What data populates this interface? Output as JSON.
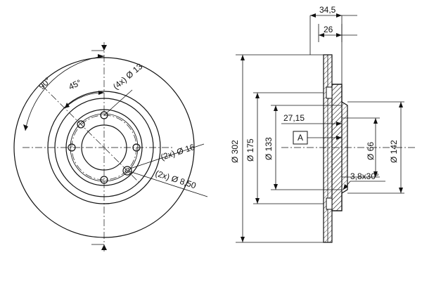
{
  "front_view": {
    "angle_90": "90°",
    "angle_45": "45°",
    "holes_4": "(4x) Ø 13",
    "holes_2a": "(2x) Ø 16",
    "holes_2b": "(2x) Ø 8,50"
  },
  "side_view": {
    "dim_302": "Ø 302",
    "dim_175": "Ø 175",
    "dim_133": "Ø 133",
    "dim_66": "Ø 66",
    "dim_142": "Ø 142",
    "dim_34_5": "34,5",
    "dim_26": "26",
    "dim_27_15": "27,15",
    "chamfer": "3,8x30°",
    "ref_A": "A"
  }
}
